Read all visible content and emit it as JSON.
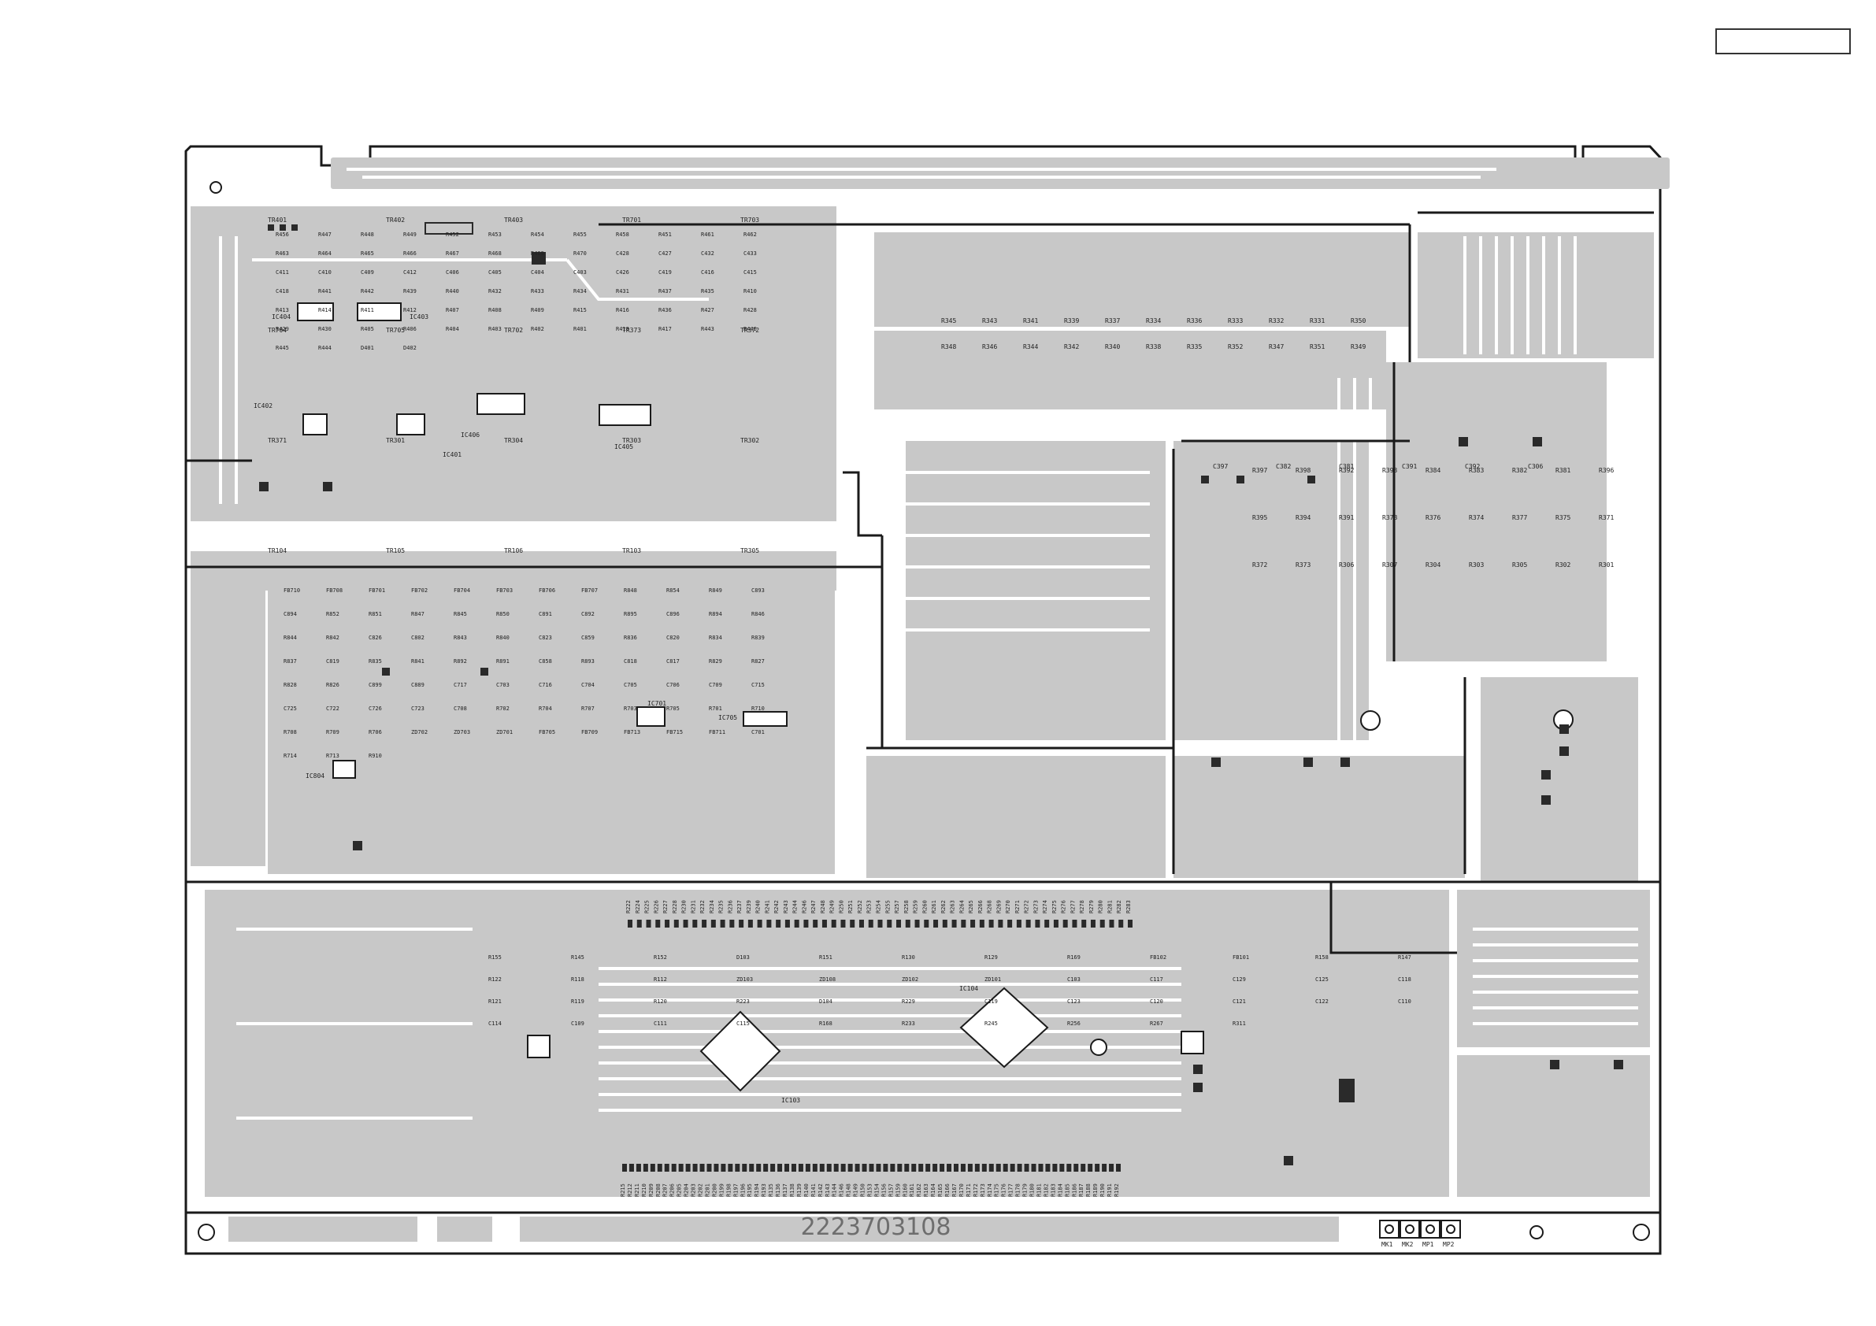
{
  "page_box": {
    "text": ""
  },
  "board": {
    "serial": "2223703108",
    "colors": {
      "copper": "#c8c8c8",
      "outline": "#1a1a1a",
      "trace": "#e6e6e6",
      "component": "#2a2a2a"
    }
  },
  "connectors": [
    "MK1",
    "MK2",
    "MP1",
    "MP2"
  ],
  "components": {
    "ics": [
      "IC404",
      "IC403",
      "IC402",
      "IC401",
      "IC406",
      "IC405",
      "IC701",
      "IC705",
      "IC104",
      "IC103",
      "IC804"
    ],
    "transistors": [
      "TR401",
      "TR402",
      "TR403",
      "TR701",
      "TR703",
      "TR704",
      "TR705",
      "TR702",
      "TR373",
      "TR372",
      "TR371",
      "TR301",
      "TR304",
      "TR303",
      "TR302",
      "TR104",
      "TR105",
      "TR106",
      "TR103",
      "TR305"
    ],
    "resistors_top_right": [
      "R345",
      "R343",
      "R341",
      "R339",
      "R337",
      "R334",
      "R336",
      "R333",
      "R332",
      "R331",
      "R350",
      "R348",
      "R346",
      "R344",
      "R342",
      "R340",
      "R338",
      "R335",
      "R352",
      "R347",
      "R351",
      "R349"
    ],
    "resistors_right": [
      "R397",
      "R398",
      "R392",
      "R393",
      "R384",
      "R383",
      "R382",
      "R381",
      "R396",
      "R395",
      "R394",
      "R391",
      "R378",
      "R376",
      "R374",
      "R377",
      "R375",
      "R371",
      "R372",
      "R373",
      "R306",
      "R307",
      "R304",
      "R303",
      "R305",
      "R302",
      "R301"
    ],
    "capacitors_right": [
      "C397",
      "C382",
      "C381",
      "C391",
      "C392",
      "C306"
    ],
    "audio_section": [
      "R456",
      "R447",
      "R448",
      "R449",
      "R452",
      "R453",
      "R454",
      "R455",
      "R458",
      "R451",
      "R461",
      "R462",
      "R463",
      "R464",
      "R465",
      "R466",
      "R467",
      "R468",
      "R469",
      "R470",
      "C428",
      "C427",
      "C432",
      "C433",
      "C411",
      "C410",
      "C409",
      "C412",
      "C406",
      "C405",
      "C404",
      "C403",
      "C426",
      "C419",
      "C416",
      "C415",
      "C418",
      "R441",
      "R442",
      "R439",
      "R440",
      "R432",
      "R433",
      "R434",
      "R431",
      "R437",
      "R435",
      "R410",
      "R413",
      "R414",
      "R411",
      "R412",
      "R407",
      "R408",
      "R409",
      "R415",
      "R416",
      "R436",
      "R427",
      "R428",
      "R429",
      "R430",
      "R405",
      "R406",
      "R404",
      "R403",
      "R402",
      "R401",
      "R418",
      "R417",
      "R443",
      "R446",
      "R445",
      "R444",
      "D401",
      "D402"
    ],
    "video_section": [
      "FB710",
      "FB708",
      "FB701",
      "FB702",
      "FB704",
      "FB703",
      "FB706",
      "FB707",
      "R848",
      "R854",
      "R849",
      "C893",
      "C894",
      "R852",
      "R851",
      "R847",
      "R845",
      "R850",
      "C891",
      "C892",
      "R895",
      "C896",
      "R894",
      "R846",
      "R844",
      "R842",
      "C826",
      "C802",
      "R843",
      "R840",
      "C823",
      "C859",
      "R836",
      "C820",
      "R834",
      "R839",
      "R837",
      "C819",
      "R835",
      "R841",
      "R892",
      "R891",
      "C858",
      "R893",
      "C818",
      "C817",
      "R829",
      "R827",
      "R828",
      "R826",
      "C899",
      "C889",
      "C717",
      "C703",
      "C716",
      "C704",
      "C705",
      "C706",
      "C709",
      "C715",
      "C725",
      "C722",
      "C726",
      "C723",
      "C708",
      "R702",
      "R704",
      "R707",
      "R703",
      "R705",
      "R701",
      "R710",
      "R708",
      "R709",
      "R706",
      "ZD702",
      "ZD703",
      "ZD701",
      "FB705",
      "FB709",
      "FB713",
      "FB715",
      "FB711",
      "C701",
      "R714",
      "R713",
      "R910"
    ],
    "digital_section": [
      "R155",
      "R145",
      "R152",
      "D103",
      "R151",
      "R130",
      "R129",
      "R169",
      "FB102",
      "FB101",
      "R158",
      "R147",
      "R122",
      "R118",
      "R112",
      "ZD103",
      "ZD108",
      "ZD102",
      "ZD101",
      "C103",
      "C117",
      "C129",
      "C125",
      "C118",
      "R121",
      "R119",
      "R120",
      "R223",
      "D104",
      "R229",
      "C119",
      "C123",
      "C120",
      "C121",
      "C122",
      "C110",
      "C114",
      "C109",
      "C111",
      "C115",
      "R168",
      "R233",
      "R245",
      "R256",
      "R267",
      "R311"
    ],
    "resistor_row_top": [
      "R222",
      "R224",
      "R225",
      "R226",
      "R227",
      "R228",
      "R230",
      "R231",
      "R232",
      "R234",
      "R235",
      "R236",
      "R237",
      "R239",
      "R240",
      "R241",
      "R242",
      "R243",
      "R244",
      "R246",
      "R247",
      "R248",
      "R249",
      "R250",
      "R251",
      "R252",
      "R253",
      "R254",
      "R255",
      "R257",
      "R258",
      "R259",
      "R260",
      "R261",
      "R262",
      "R263",
      "R264",
      "R265",
      "R266",
      "R268",
      "R269",
      "R270",
      "R271",
      "R272",
      "R273",
      "R274",
      "R275",
      "R276",
      "R277",
      "R278",
      "R279",
      "R280",
      "R281",
      "R282",
      "R283"
    ],
    "resistor_row_bottom": [
      "R215",
      "R212",
      "R211",
      "R210",
      "R209",
      "R208",
      "R207",
      "R206",
      "R205",
      "R204",
      "R203",
      "R202",
      "R201",
      "R200",
      "R199",
      "R198",
      "R197",
      "R196",
      "R195",
      "R194",
      "R193",
      "R135",
      "R136",
      "R137",
      "R138",
      "R139",
      "R140",
      "R141",
      "R142",
      "R143",
      "R144",
      "R146",
      "R148",
      "R149",
      "R150",
      "R153",
      "R154",
      "R156",
      "R157",
      "R159",
      "R160",
      "R161",
      "R162",
      "R163",
      "R164",
      "R165",
      "R166",
      "R167",
      "R170",
      "R171",
      "R172",
      "R173",
      "R174",
      "R175",
      "R176",
      "R177",
      "R178",
      "R179",
      "R180",
      "R181",
      "R182",
      "R183",
      "R184",
      "R185",
      "R186",
      "R187",
      "R188",
      "R189",
      "R190",
      "R191",
      "R192"
    ]
  }
}
